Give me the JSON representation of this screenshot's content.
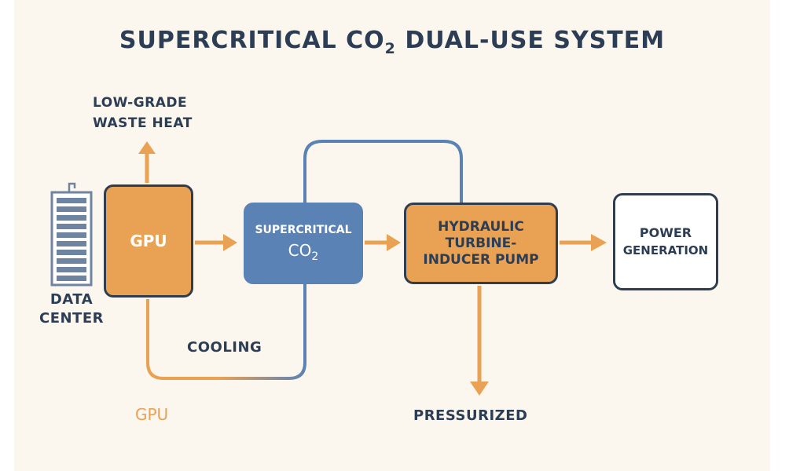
{
  "title": {
    "prefix": "SUPERCRITICAL CO",
    "subscript": "2",
    "suffix": " DUAL-USE SYSTEM"
  },
  "labels": {
    "waste_heat_line1": "LOW-GRADE",
    "waste_heat_line2": "WASTE HEAT",
    "data_center_line1": "DATA",
    "data_center_line2": "CENTER",
    "cooling": "COOLING",
    "gpu_bottom": "GPU",
    "pressurized": "PRESSURIZED"
  },
  "nodes": {
    "gpu": "GPU",
    "supercritical_line1": "SUPERCRITICAL",
    "supercritical_co": "CO",
    "supercritical_sub": "2",
    "pump_line1": "HYDRAULIC",
    "pump_line2": "TURBINE-",
    "pump_line3": "INDUCER PUMP",
    "power_line1": "POWER",
    "power_line2": "GENERATION"
  },
  "colors": {
    "orange": "#e9a253",
    "blue": "#5b82b5",
    "dark": "#2f3d4f",
    "background": "#fbf6ee"
  }
}
